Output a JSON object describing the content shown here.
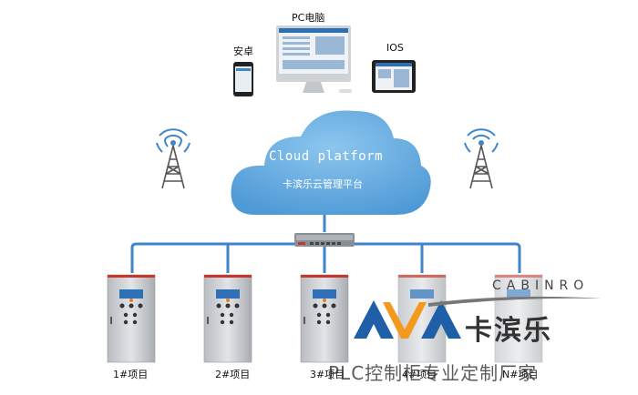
{
  "devices": {
    "pc_label": "PC电脑",
    "android_label": "安卓",
    "ios_label": "IOS"
  },
  "cloud": {
    "title": "Cloud platform",
    "subtitle": "卡滨乐云管理平台"
  },
  "projects": [
    {
      "label": "1#项目"
    },
    {
      "label": "2#项目"
    },
    {
      "label": "3#项目"
    },
    {
      "label": "4#项目"
    },
    {
      "label": "N#项目"
    }
  ],
  "brand": {
    "english": "CABINRO",
    "chinese": "卡滨乐",
    "slogan": "PLC控制柜专业定制厂家"
  },
  "colors": {
    "cloud": "#6fb2e2",
    "line": "#3e86c8",
    "logo_blue": "#1e5fa8",
    "logo_orange": "#f39a1e"
  }
}
